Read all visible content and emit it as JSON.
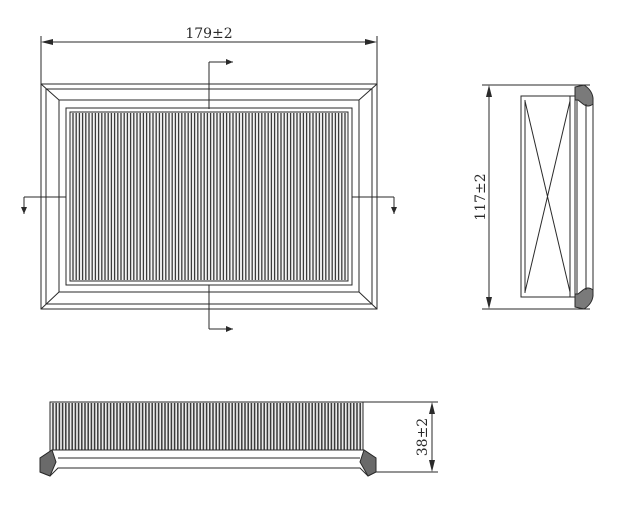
{
  "dimensions": {
    "width_label": "179±2",
    "height_label": "117±2",
    "thickness_label": "38±2"
  },
  "colors": {
    "line": "#2a2a2a",
    "pleat_dark": "#3a3a3a",
    "background": "#ffffff"
  }
}
